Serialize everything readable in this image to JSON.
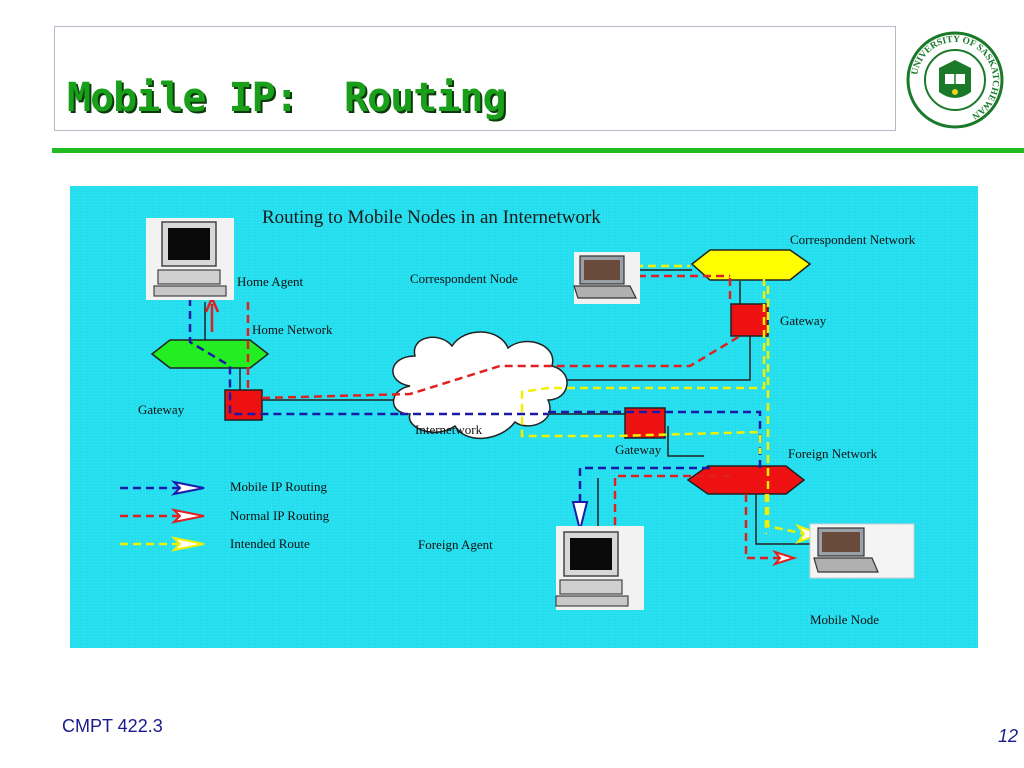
{
  "slide": {
    "title": "Mobile IP:  Routing",
    "logo_text": "UNIVERSITY OF SASKATCHEWAN",
    "footer_course": "CMPT 422.3",
    "page_number": "12"
  },
  "diagram": {
    "heading": "Routing to Mobile Nodes in an Internetwork",
    "labels": {
      "home_agent": "Home Agent",
      "home_network": "Home Network",
      "gateway_home": "Gateway",
      "correspondent_node": "Correspondent Node",
      "correspondent_network": "Correspondent Network",
      "gateway_correspondent": "Gateway",
      "internetwork": "Internetwork",
      "gateway_foreign": "Gateway",
      "foreign_network": "Foreign Network",
      "foreign_agent": "Foreign Agent",
      "mobile_node": "Mobile Node"
    },
    "legend": [
      {
        "label": "Mobile IP Routing",
        "color": "#1a1aa8"
      },
      {
        "label": "Normal IP Routing",
        "color": "#e02020"
      },
      {
        "label": "Intended Route",
        "color": "#f0f000"
      }
    ],
    "colors": {
      "background": "#22ddee",
      "router": "#ee1111",
      "home_network": "#22ee22",
      "correspondent_network": "#ffff00",
      "foreign_network": "#ee1111",
      "title_green": "#1a9f1a"
    }
  }
}
